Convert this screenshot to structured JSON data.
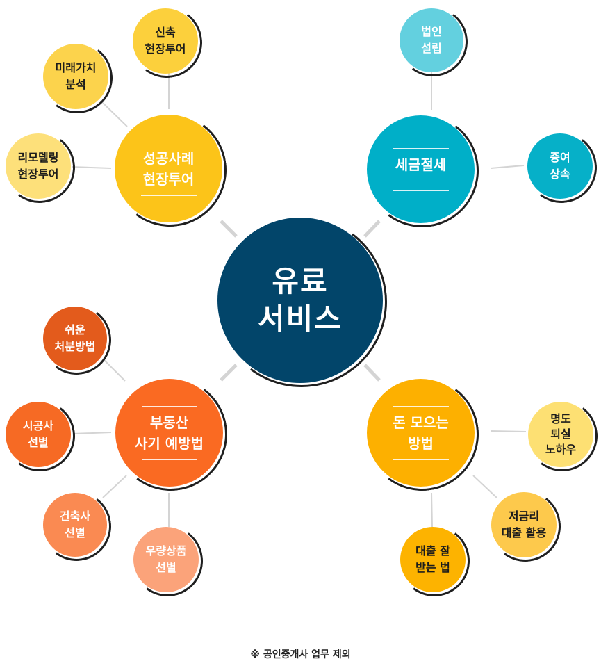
{
  "center": {
    "line1": "유료",
    "line2": "서비스",
    "color": "#02456a"
  },
  "hubs": {
    "success": {
      "line1": "성공사례",
      "line2": "현장투어",
      "color": "#fcc419"
    },
    "tax": {
      "line1": "세금절세",
      "color": "#00afc8"
    },
    "fraud": {
      "line1": "부동산",
      "line2": "사기 예방법",
      "color": "#fa6a22"
    },
    "money": {
      "line1": "돈 모으는",
      "line2": "방법",
      "color": "#fdb000"
    }
  },
  "leaves": {
    "newbuild": {
      "line1": "신축",
      "line2": "현장투어",
      "color": "#fcd03c"
    },
    "future": {
      "line1": "미래가치",
      "line2": "분석",
      "color": "#fcd34c"
    },
    "remodel": {
      "line1": "리모델링",
      "line2": "현장투어",
      "color": "#fde07a"
    },
    "corp": {
      "line1": "법인",
      "line2": "설립",
      "color": "#63d0df"
    },
    "gift": {
      "line1": "증여",
      "line2": "상속",
      "color": "#06b0c8"
    },
    "disposal": {
      "line1": "쉬운",
      "line2": "처분방법",
      "color": "#e35b1c"
    },
    "contractor": {
      "line1": "시공사",
      "line2": "선별",
      "color": "#f66a24"
    },
    "builder": {
      "line1": "건축사",
      "line2": "선별",
      "color": "#fa8a52"
    },
    "property": {
      "line1": "우량상품",
      "line2": "선별",
      "color": "#fba37a"
    },
    "evacuation": {
      "line1": "명도",
      "line2": "퇴실",
      "line3": "노하우",
      "color": "#fde073"
    },
    "lowrate": {
      "line1": "저금리",
      "line2": "대출 활용",
      "color": "#fdc94c"
    },
    "loan": {
      "line1": "대출 잘",
      "line2": "받는 법",
      "color": "#fdb300"
    }
  },
  "footnote": "※ 공인중개사 업무 제외"
}
